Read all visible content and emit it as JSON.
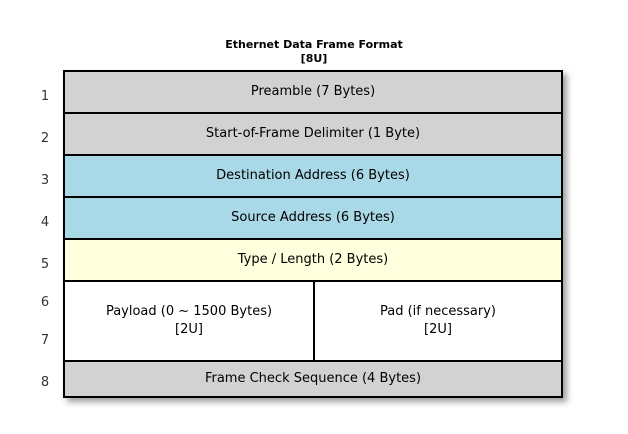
{
  "diagram": {
    "title": "Ethernet Data Frame Format",
    "subtitle": "[8U]",
    "colors": {
      "gray": "#d2d2d2",
      "blue": "#a9d8e6",
      "yellow": "#ffffdd",
      "white": "#ffffff",
      "border": "#000000",
      "row_number": "#333333"
    },
    "row_numbers": [
      "1",
      "2",
      "3",
      "4",
      "5",
      "6",
      "7",
      "8"
    ],
    "rows": [
      {
        "number": "1",
        "label": "Preamble (7 Bytes)",
        "fill": "#d2d2d2"
      },
      {
        "number": "2",
        "label": "Start-of-Frame Delimiter (1 Byte)",
        "fill": "#d2d2d2"
      },
      {
        "number": "3",
        "label": "Destination Address (6 Bytes)",
        "fill": "#a9d8e6"
      },
      {
        "number": "4",
        "label": "Source Address (6 Bytes)",
        "fill": "#a9d8e6"
      },
      {
        "number": "5",
        "label": "Type / Length (2 Bytes)",
        "fill": "#ffffdd"
      },
      {
        "number": "8",
        "label": "Frame Check Sequence (4 Bytes)",
        "fill": "#d2d2d2"
      }
    ],
    "split_row": {
      "numbers": [
        "6",
        "7"
      ],
      "fill": "#ffffff",
      "left": {
        "label": "Payload (0 ~ 1500 Bytes)",
        "sublabel": "[2U]"
      },
      "right": {
        "label": "Pad (if necessary)",
        "sublabel": "[2U]"
      }
    }
  }
}
